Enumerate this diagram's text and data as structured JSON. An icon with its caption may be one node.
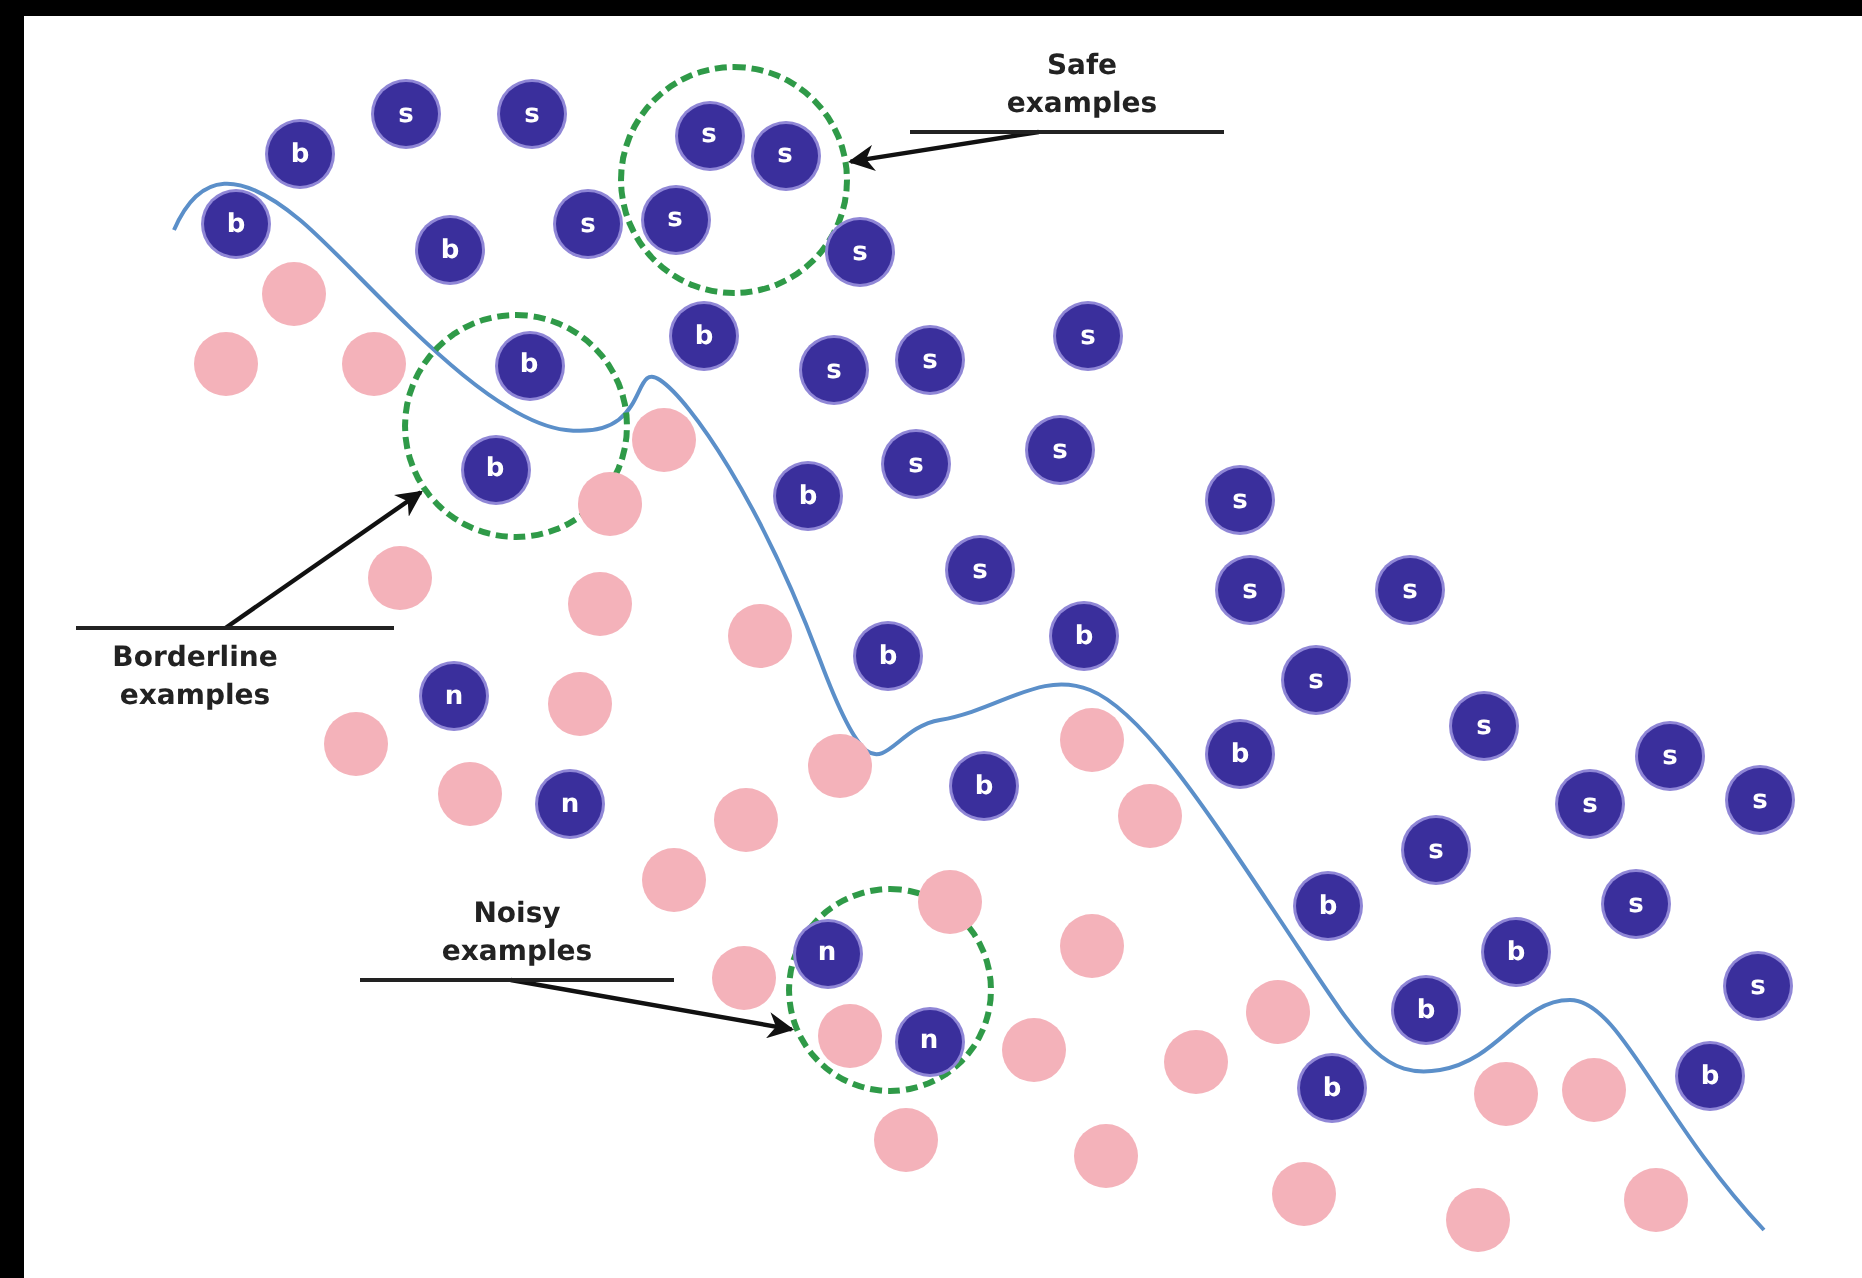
{
  "diagram": {
    "nodes": [
      {
        "text": [],
        "shape": "circle"
      },
      {
        "text": [],
        "shape": "circle"
      },
      {
        "text": [],
        "shape": "circle"
      },
      {
        "text": [
          "Safe examples"
        ]
      },
      {
        "text": [
          "Borderline examples"
        ]
      },
      {
        "text": [
          "Noisy examples"
        ]
      },
      {
        "text": [
          "s"
        ],
        "in": 0
      },
      {
        "text": [
          "s"
        ],
        "in": 0
      },
      {
        "text": [
          "s"
        ],
        "in": 0
      },
      {
        "text": [
          "b"
        ],
        "in": 1
      },
      {
        "text": [
          "b"
        ],
        "in": 1
      },
      {
        "text": [
          "n"
        ],
        "in": 2
      },
      {
        "text": [
          "n"
        ],
        "in": 2
      },
      {
        "text": [],
        "shape": "circle",
        "in": 2
      },
      {
        "text": [
          "s"
        ]
      },
      {
        "text": [
          "s"
        ]
      },
      {
        "text": [
          "b"
        ]
      },
      {
        "text": [
          "b"
        ]
      },
      {
        "text": [
          "b"
        ]
      },
      {
        "text": [
          "s"
        ]
      },
      {
        "text": [
          "s"
        ]
      },
      {
        "text": [
          "b"
        ]
      },
      {
        "text": [
          "s"
        ]
      },
      {
        "text": [
          "s"
        ]
      },
      {
        "text": [
          "s"
        ]
      },
      {
        "text": [
          "s"
        ]
      },
      {
        "text": [
          "s"
        ]
      },
      {
        "text": [
          "b"
        ]
      },
      {
        "text": [
          "s"
        ]
      },
      {
        "text": [
          "s"
        ]
      },
      {
        "text": [
          "s"
        ]
      },
      {
        "text": [
          "s"
        ]
      },
      {
        "text": [
          "b"
        ]
      },
      {
        "text": [
          "b"
        ]
      },
      {
        "text": [
          "s"
        ]
      },
      {
        "text": [
          "n"
        ]
      },
      {
        "text": [
          "s"
        ]
      },
      {
        "text": [
          "b"
        ]
      },
      {
        "text": [
          "s"
        ]
      },
      {
        "text": [
          "b"
        ]
      },
      {
        "text": [
          "n"
        ]
      },
      {
        "text": [
          "s"
        ]
      },
      {
        "text": [
          "s"
        ]
      },
      {
        "text": [
          "s"
        ]
      },
      {
        "text": [
          "s"
        ]
      },
      {
        "text": [
          "b"
        ]
      },
      {
        "text": [
          "b"
        ]
      },
      {
        "text": [
          "s"
        ]
      },
      {
        "text": [
          "b"
        ]
      },
      {
        "text": [
          "b"
        ]
      },
      {
        "text": [
          "b"
        ]
      },
      {
        "text": [],
        "shape": "circle"
      },
      {
        "text": [],
        "shape": "circle"
      },
      {
        "text": [],
        "shape": "circle"
      },
      {
        "text": [],
        "shape": "circle"
      },
      {
        "text": [],
        "shape": "circle"
      },
      {
        "text": [],
        "shape": "circle"
      },
      {
        "text": [],
        "shape": "circle"
      },
      {
        "text": [],
        "shape": "circle"
      },
      {
        "text": [],
        "shape": "circle"
      },
      {
        "text": [],
        "shape": "circle"
      },
      {
        "text": [],
        "shape": "circle"
      },
      {
        "text": [],
        "shape": "circle"
      },
      {
        "text": [],
        "shape": "circle"
      },
      {
        "text": [],
        "shape": "circle"
      },
      {
        "text": [],
        "shape": "circle"
      },
      {
        "text": [],
        "shape": "circle"
      },
      {
        "text": [],
        "shape": "circle"
      },
      {
        "text": [],
        "shape": "circle"
      },
      {
        "text": [],
        "shape": "circle"
      },
      {
        "text": [],
        "shape": "circle"
      },
      {
        "text": [],
        "shape": "circle"
      },
      {
        "text": [],
        "shape": "circle"
      },
      {
        "text": [],
        "shape": "circle"
      },
      {
        "text": [],
        "shape": "circle"
      },
      {
        "text": [],
        "shape": "circle"
      },
      {
        "text": [],
        "shape": "circle"
      },
      {
        "text": [],
        "shape": "circle"
      },
      {
        "text": [],
        "shape": "circle"
      },
      {
        "text": [],
        "shape": "circle"
      }
    ],
    "edges": [
      {
        "from": 3,
        "to": 0,
        "arrow": "to"
      },
      {
        "from": 4,
        "to": 1,
        "arrow": "to"
      },
      {
        "from": 5,
        "to": 2,
        "arrow": "to"
      }
    ]
  }
}
